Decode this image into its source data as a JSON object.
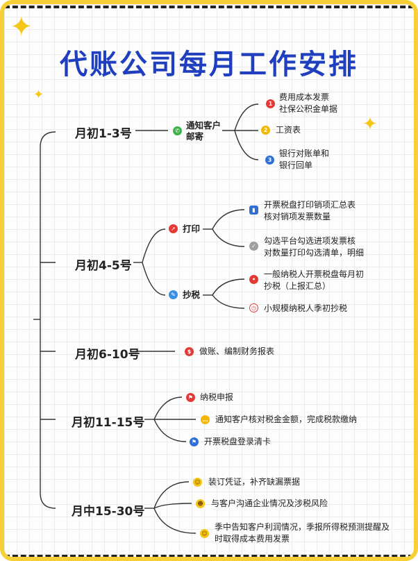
{
  "title": "代账公司每月工作安排",
  "branches": [
    {
      "label": "月初1-3号"
    },
    {
      "label": "月初4-5号"
    },
    {
      "label": "月初6-10号"
    },
    {
      "label": "月初11-15号"
    },
    {
      "label": "月中15-30号"
    }
  ],
  "sub_nodes": {
    "notify": [
      "通知客户",
      "邮寄"
    ],
    "print": "打印",
    "copy_tax": "抄税"
  },
  "leaves": {
    "b1": [
      {
        "icon": "1",
        "lines": [
          "费用成本发票",
          "社保公积金单据"
        ]
      },
      {
        "icon": "2",
        "lines": [
          "工资表"
        ]
      },
      {
        "icon": "3",
        "lines": [
          "银行对账单和",
          "银行回单"
        ]
      }
    ],
    "b2_print": [
      {
        "icon": "bar-chart-icon",
        "lines": [
          "开票税盘打印销项汇总表",
          "核对销项发票数量"
        ]
      },
      {
        "icon": "check-icon",
        "lines": [
          "勾选平台勾选进项发票核",
          "对数量打印勾选清单，明细"
        ]
      }
    ],
    "b2_copy": [
      {
        "icon": "pin-icon",
        "lines": [
          "一般纳税人开票税盘每月初",
          "抄税（上报汇总）"
        ]
      },
      {
        "icon": "clock-icon",
        "lines": [
          "小规模纳税人季初抄税"
        ]
      }
    ],
    "b3": [
      {
        "icon": "dollar-icon",
        "lines": [
          "做账、编制财务报表"
        ]
      }
    ],
    "b4": [
      {
        "icon": "flag-icon",
        "lines": [
          "纳税申报"
        ]
      },
      {
        "icon": "speech-icon",
        "lines": [
          "通知客户核对税金金额，完成税款缴纳"
        ]
      },
      {
        "icon": "blue-flag-icon",
        "lines": [
          "开票税盘登录清卡"
        ]
      }
    ],
    "b5": [
      {
        "icon": "smile-icon",
        "lines": [
          "装订凭证，补齐缺漏票据"
        ]
      },
      {
        "icon": "wink-icon",
        "lines": [
          "与客户沟通企业情况及涉税风险"
        ]
      },
      {
        "icon": "grin-icon",
        "lines": [
          "季中告知客户利润情况，季报所得税预测提醒及",
          "时取得成本费用发票"
        ]
      }
    ]
  },
  "colors": {
    "title": "#1f3fbf",
    "border": "#f7d038",
    "star": "#f5c518"
  }
}
